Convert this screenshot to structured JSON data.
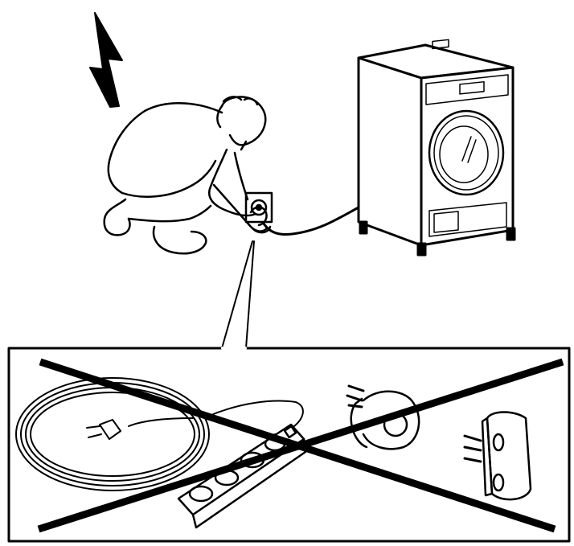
{
  "illustration": {
    "top_scene": {
      "icons": [
        "lightning-bolt-icon",
        "person",
        "wall-socket-icon",
        "washing-machine-icon",
        "power-cord"
      ]
    },
    "prohibited_panel": {
      "items": [
        "extension-cord-reel",
        "power-strip",
        "adapter-plug",
        "multi-socket-adapter"
      ],
      "status": "prohibited"
    }
  },
  "colors": {
    "line": "#000000",
    "background": "#ffffff"
  }
}
